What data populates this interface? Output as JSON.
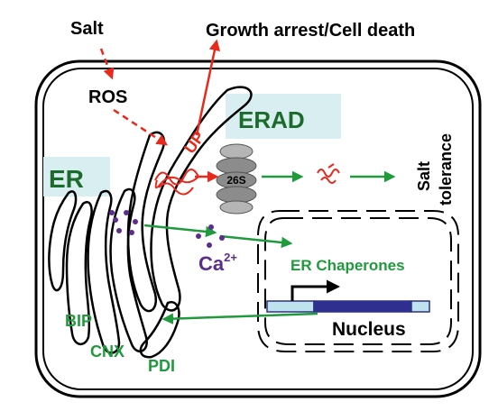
{
  "labels": {
    "salt": "Salt",
    "growth_arrest": "Growth arrest/Cell death",
    "ros": "ROS",
    "erad": "ERAD",
    "up": "UP",
    "er": "ER",
    "proteasome": "26S",
    "salt_tolerance_line1": "Salt",
    "salt_tolerance_line2": "tolerance",
    "calcium": "Ca",
    "calcium_sup": "2+",
    "er_chaperones": "ER Chaperones",
    "nucleus": "Nucleus",
    "bip": "BIP",
    "cnx": "CNX",
    "pdi": "PDI"
  },
  "colors": {
    "red_arrow": "#e8291c",
    "green_arrow": "#1f9a3c",
    "dark_green_text": "#1b6b2a",
    "label_bg": "#d8eef0",
    "purple": "#5b2d8e",
    "gene_dark": "#2e2f8f",
    "gene_light": "#bfe3ec",
    "proteasome_gray": "#8c8c8c",
    "outline": "#000000"
  }
}
